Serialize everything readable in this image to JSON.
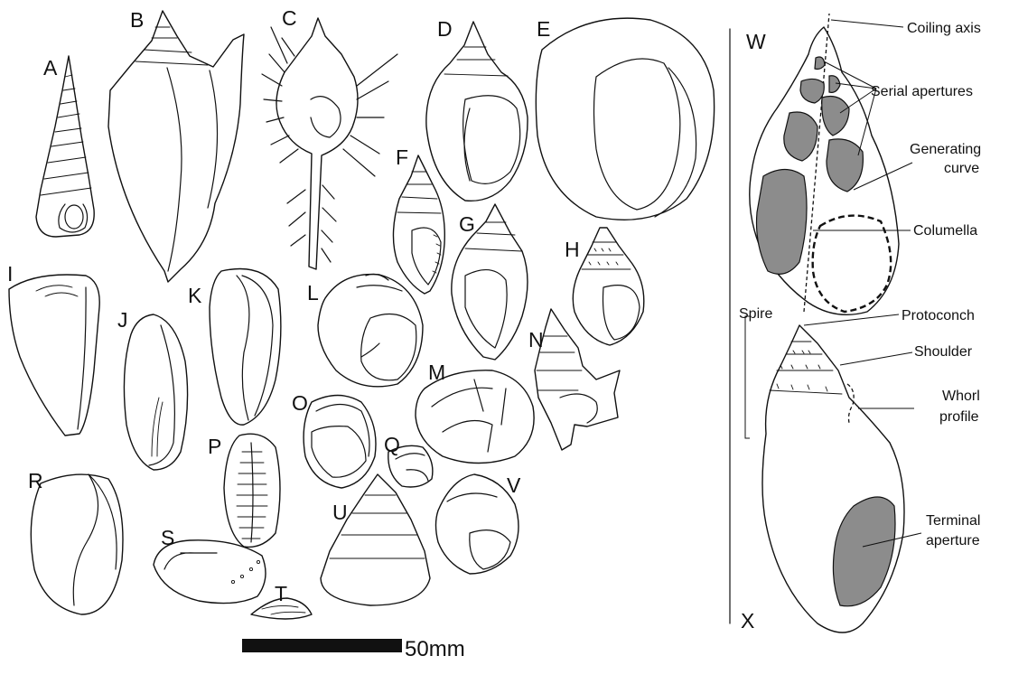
{
  "figure": {
    "specimen_labels": [
      "A",
      "B",
      "C",
      "D",
      "E",
      "F",
      "G",
      "H",
      "I",
      "J",
      "K",
      "L",
      "M",
      "N",
      "O",
      "P",
      "Q",
      "R",
      "S",
      "T",
      "U",
      "V",
      "W",
      "X"
    ],
    "annotations": {
      "coiling_axis": "Coiling axis",
      "serial_apertures": "Serial apertures",
      "generating_curve_1": "Generating",
      "generating_curve_2": "curve",
      "columella": "Columella",
      "spire": "Spire",
      "protoconch": "Protoconch",
      "shoulder": "Shoulder",
      "whorl_profile_1": "Whorl",
      "whorl_profile_2": "profile",
      "terminal_aperture_1": "Terminal",
      "terminal_aperture_2": "aperture"
    },
    "scale_bar": {
      "label": "50mm"
    },
    "colors": {
      "ink": "#111111",
      "aperture_fill": "#8c8c8c",
      "background": "#ffffff"
    }
  }
}
